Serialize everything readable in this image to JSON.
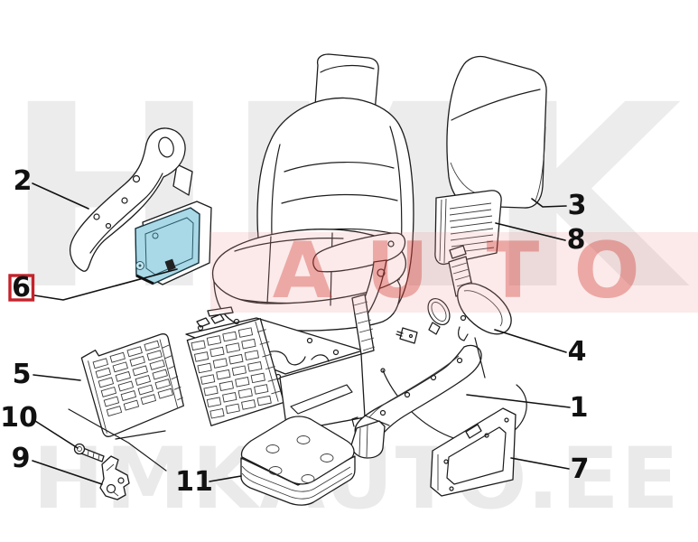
{
  "image": {
    "description": "Exploded parts diagram of a vehicle seat with numbered callouts",
    "background": "#ffffff"
  },
  "watermark": {
    "top": "HMK",
    "auto_letters": [
      "A",
      "U",
      "T",
      "O"
    ],
    "bottom": "HMKAUTO.EE",
    "gray_color": "#ececec",
    "red_color": "#e2736e",
    "band_color": "#f7e5e3"
  },
  "callouts": {
    "n1": "1",
    "n2": "2",
    "n3": "3",
    "n4": "4",
    "n5": "5",
    "n6": "6",
    "n7": "7",
    "n8": "8",
    "n9": "9",
    "n10": "10",
    "n11": "11"
  },
  "highlight": {
    "callout": "6",
    "box_color": "#c4232b",
    "part_fill": "#a9d8e6",
    "part_side_fill": "#85c6d8"
  }
}
